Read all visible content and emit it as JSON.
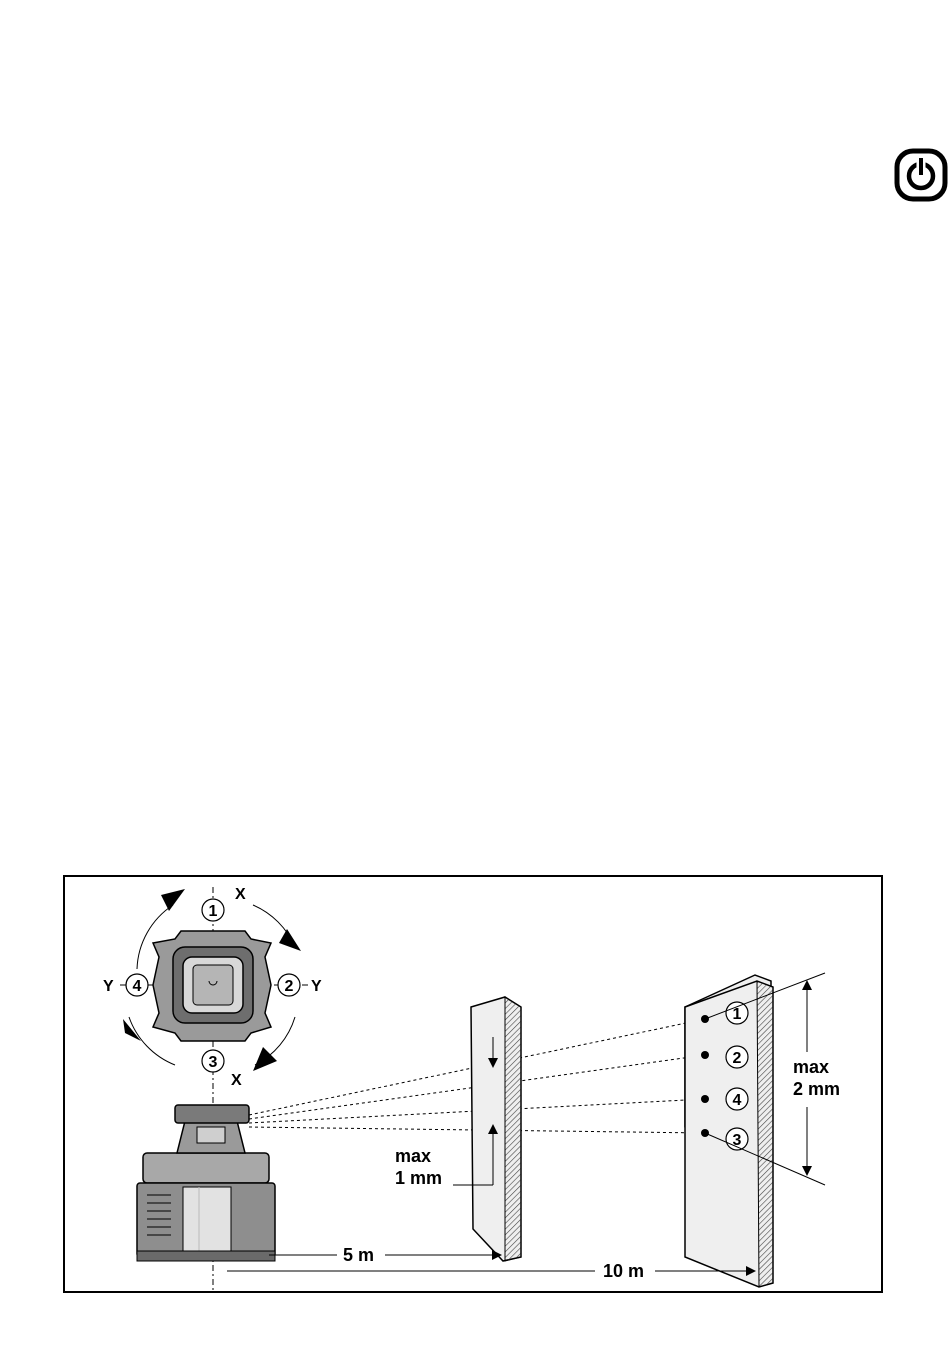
{
  "icons": {
    "power": "power-icon"
  },
  "diagram": {
    "axis_x_top": "X",
    "axis_x_bottom": "X",
    "axis_y_left": "Y",
    "axis_y_right": "Y",
    "positions": [
      "1",
      "2",
      "3",
      "4"
    ],
    "near_wall_label_line1": "max",
    "near_wall_label_line2": "1 mm",
    "far_wall_label_line1": "max",
    "far_wall_label_line2": "2 mm",
    "distance_near": "5 m",
    "distance_far": "10 m",
    "far_wall_points": [
      "1",
      "2",
      "4",
      "3"
    ]
  }
}
